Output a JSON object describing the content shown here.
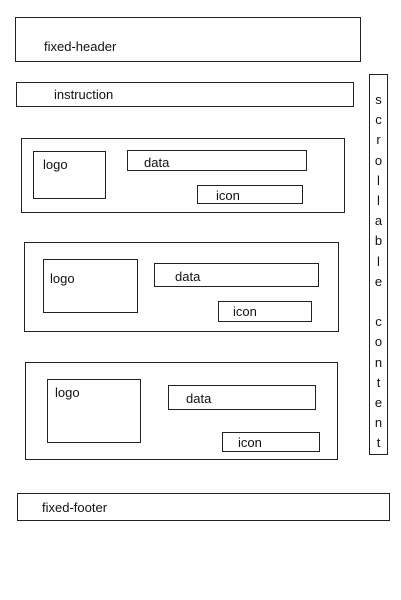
{
  "fixed_header": {
    "label": "fixed-header"
  },
  "instruction": {
    "label": "instruction"
  },
  "cards": [
    {
      "logo": "logo",
      "data": "data",
      "icon": "icon"
    },
    {
      "logo": "logo",
      "data": "data",
      "icon": "icon"
    },
    {
      "logo": "logo",
      "data": "data",
      "icon": "icon"
    }
  ],
  "scrollbar": {
    "letters": [
      "s",
      "c",
      "r",
      "o",
      "l",
      "l",
      "a",
      "b",
      "l",
      "e",
      "",
      "c",
      "o",
      "n",
      "t",
      "e",
      "n",
      "t"
    ]
  },
  "fixed_footer": {
    "label": "fixed-footer"
  }
}
